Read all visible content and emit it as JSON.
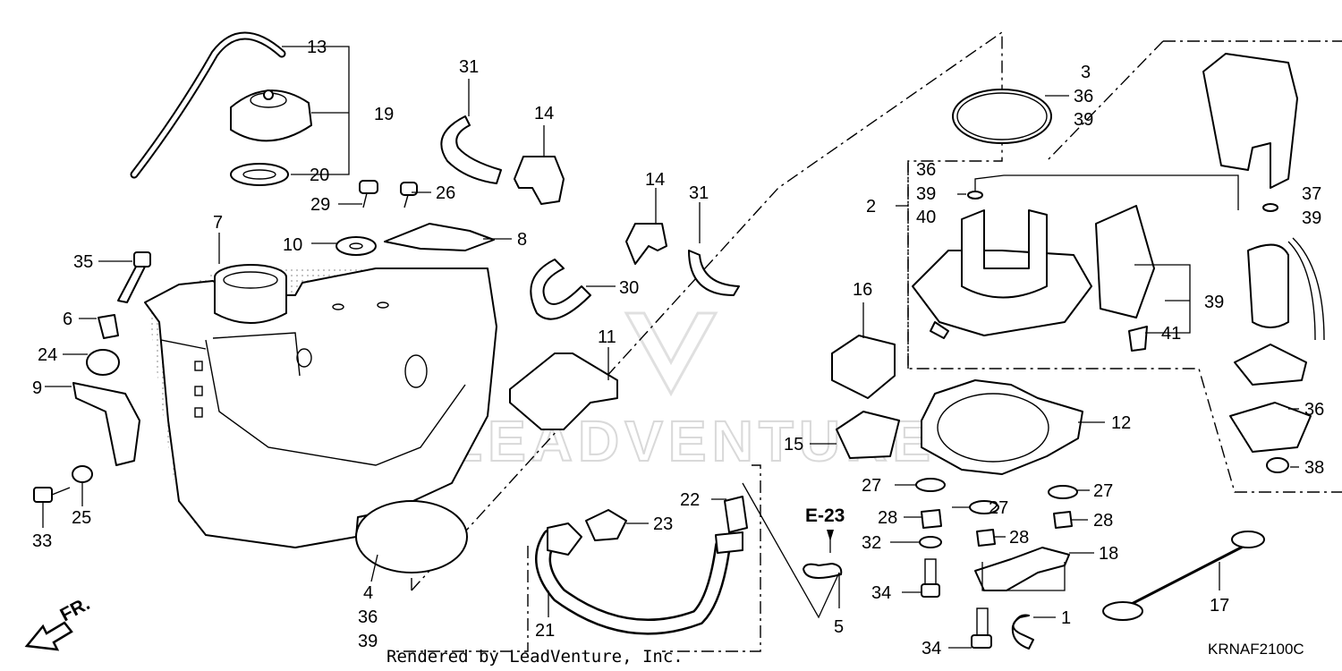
{
  "diagram": {
    "code": "KRNAF2100C",
    "credit": "Rendered by LeadVenture, Inc.",
    "watermark": "LEADVENTURE",
    "reference": "E-23",
    "front_label": "FR."
  },
  "callouts": [
    {
      "id": "c13",
      "text": "13"
    },
    {
      "id": "c19",
      "text": "19"
    },
    {
      "id": "c20",
      "text": "20"
    },
    {
      "id": "c29",
      "text": "29"
    },
    {
      "id": "c26",
      "text": "26"
    },
    {
      "id": "c31a",
      "text": "31"
    },
    {
      "id": "c14a",
      "text": "14"
    },
    {
      "id": "c14b",
      "text": "14"
    },
    {
      "id": "c31b",
      "text": "31"
    },
    {
      "id": "c8",
      "text": "8"
    },
    {
      "id": "c10",
      "text": "10"
    },
    {
      "id": "c7",
      "text": "7"
    },
    {
      "id": "c35",
      "text": "35"
    },
    {
      "id": "c6",
      "text": "6"
    },
    {
      "id": "c24",
      "text": "24"
    },
    {
      "id": "c9",
      "text": "9"
    },
    {
      "id": "c25",
      "text": "25"
    },
    {
      "id": "c33",
      "text": "33"
    },
    {
      "id": "c30",
      "text": "30"
    },
    {
      "id": "c11",
      "text": "11"
    },
    {
      "id": "c3",
      "text": "3"
    },
    {
      "id": "c36a",
      "text": "36"
    },
    {
      "id": "c39a",
      "text": "39"
    },
    {
      "id": "c36b",
      "text": "36"
    },
    {
      "id": "c39b",
      "text": "39"
    },
    {
      "id": "c40",
      "text": "40"
    },
    {
      "id": "c2",
      "text": "2"
    },
    {
      "id": "c37",
      "text": "37"
    },
    {
      "id": "c39c",
      "text": "39"
    },
    {
      "id": "c39d",
      "text": "39"
    },
    {
      "id": "c41",
      "text": "41"
    },
    {
      "id": "c16",
      "text": "16"
    },
    {
      "id": "c12",
      "text": "12"
    },
    {
      "id": "c36c",
      "text": "36"
    },
    {
      "id": "c38",
      "text": "38"
    },
    {
      "id": "c15",
      "text": "15"
    },
    {
      "id": "c27a",
      "text": "27"
    },
    {
      "id": "c27b",
      "text": "27"
    },
    {
      "id": "c27c",
      "text": "27"
    },
    {
      "id": "c28a",
      "text": "28"
    },
    {
      "id": "c28b",
      "text": "28"
    },
    {
      "id": "c28c",
      "text": "28"
    },
    {
      "id": "c32",
      "text": "32"
    },
    {
      "id": "c18",
      "text": "18"
    },
    {
      "id": "c34a",
      "text": "34"
    },
    {
      "id": "c34b",
      "text": "34"
    },
    {
      "id": "c1",
      "text": "1"
    },
    {
      "id": "c17",
      "text": "17"
    },
    {
      "id": "c22",
      "text": "22"
    },
    {
      "id": "c23",
      "text": "23"
    },
    {
      "id": "c21",
      "text": "21"
    },
    {
      "id": "c5",
      "text": "5"
    },
    {
      "id": "c4",
      "text": "4"
    },
    {
      "id": "c36d",
      "text": "36"
    },
    {
      "id": "c39e",
      "text": "39"
    }
  ]
}
